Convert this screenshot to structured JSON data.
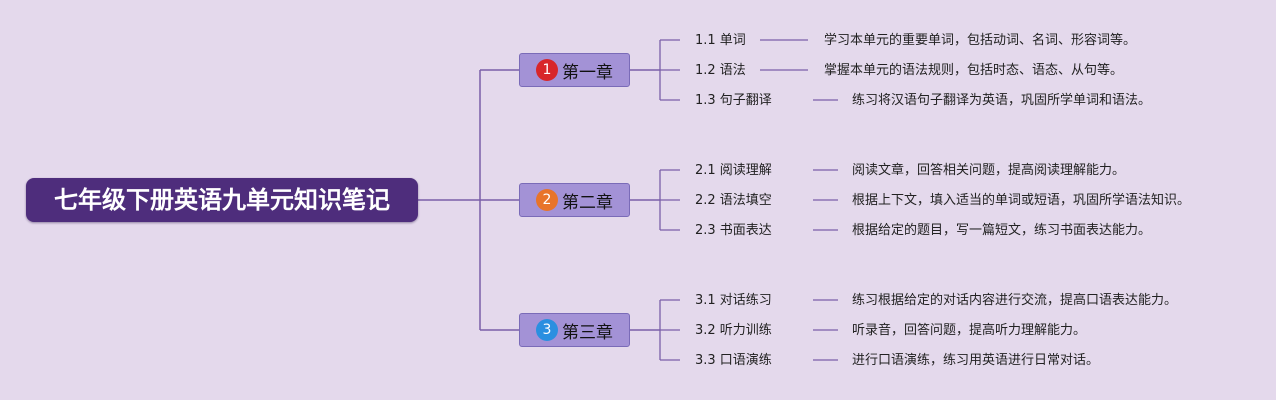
{
  "root": {
    "title": "七年级下册英语九单元知识笔记"
  },
  "colors": {
    "background": "#e4d9ec",
    "root_fill": "#4e2d7c",
    "chapter_fill": "#a392d6",
    "connector": "#7a5fa8"
  },
  "chapters": [
    {
      "number": "1",
      "title": "第一章",
      "badge_color": "#d8262a",
      "topics": [
        {
          "label": "1.1 单词",
          "description": "学习本单元的重要单词，包括动词、名词、形容词等。"
        },
        {
          "label": "1.2 语法",
          "description": "掌握本单元的语法规则，包括时态、语态、从句等。"
        },
        {
          "label": "1.3 句子翻译",
          "description": "练习将汉语句子翻译为英语，巩固所学单词和语法。"
        }
      ]
    },
    {
      "number": "2",
      "title": "第二章",
      "badge_color": "#e8742a",
      "topics": [
        {
          "label": "2.1 阅读理解",
          "description": "阅读文章，回答相关问题，提高阅读理解能力。"
        },
        {
          "label": "2.2 语法填空",
          "description": "根据上下文，填入适当的单词或短语，巩固所学语法知识。"
        },
        {
          "label": "2.3 书面表达",
          "description": "根据给定的题目，写一篇短文，练习书面表达能力。"
        }
      ]
    },
    {
      "number": "3",
      "title": "第三章",
      "badge_color": "#2a8fe0",
      "topics": [
        {
          "label": "3.1 对话练习",
          "description": "练习根据给定的对话内容进行交流，提高口语表达能力。"
        },
        {
          "label": "3.2 听力训练",
          "description": "听录音，回答问题，提高听力理解能力。"
        },
        {
          "label": "3.3 口语演练",
          "description": "进行口语演练，练习用英语进行日常对话。"
        }
      ]
    }
  ]
}
